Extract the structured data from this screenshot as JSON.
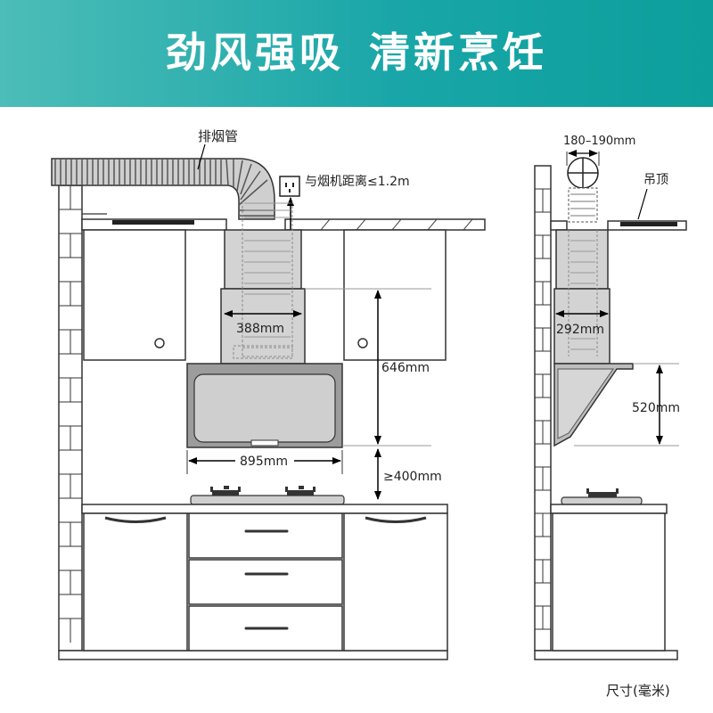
{
  "banner": {
    "title_left": "劲风强吸",
    "title_right": "清新烹饪",
    "colors": {
      "start": "#4cbdb8",
      "end": "#0c9f9c"
    }
  },
  "labels": {
    "exhaust_pipe": "排烟管",
    "socket_distance": "与烟机距离≤1.2m",
    "hood_width_388": "388mm",
    "height_646": "646mm",
    "width_895": "895mm",
    "min_400": "≥400mm",
    "duct_diameter": "180–190mm",
    "ceiling": "吊顶",
    "depth_292": "292mm",
    "height_520": "520mm",
    "unit_note": "尺寸(毫米)"
  },
  "icons": [
    "socket-icon",
    "stove-burner-icon",
    "cabinet-knob-icon",
    "drawer-handle-icon"
  ]
}
